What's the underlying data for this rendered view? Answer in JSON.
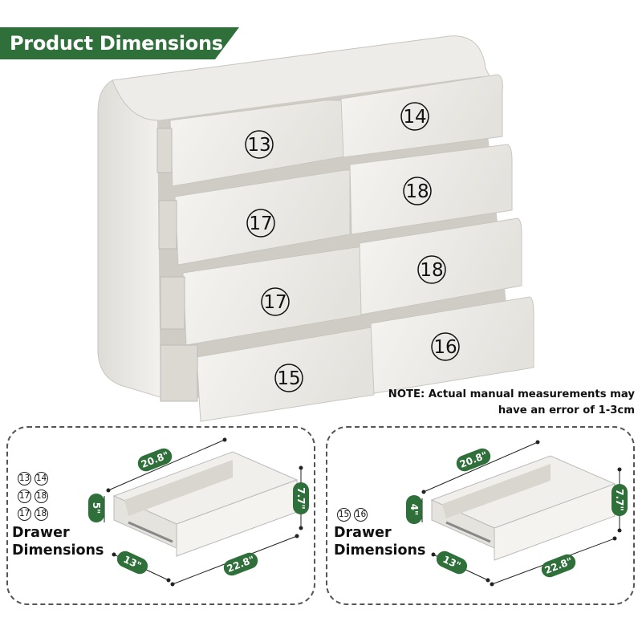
{
  "header": {
    "title": "Product Dimensions"
  },
  "drawers": [
    {
      "id": "d13",
      "number": "13"
    },
    {
      "id": "d14",
      "number": "14"
    },
    {
      "id": "d17a",
      "number": "17"
    },
    {
      "id": "d18a",
      "number": "18"
    },
    {
      "id": "d17b",
      "number": "17"
    },
    {
      "id": "d18b",
      "number": "18"
    },
    {
      "id": "d15",
      "number": "15"
    },
    {
      "id": "d16",
      "number": "16"
    }
  ],
  "note": {
    "line1": "NOTE: Actual manual measurements may",
    "line2": "have an error of 1-3cm"
  },
  "panel_left": {
    "numbers": [
      [
        "13",
        "14"
      ],
      [
        "17",
        "18"
      ],
      [
        "17",
        "18"
      ]
    ],
    "title_line1": "Drawer",
    "title_line2": "Dimensions",
    "width_top": "20.8\"",
    "height_front": "5\"",
    "height_back": "7.7\"",
    "depth": "13\"",
    "width_bottom": "22.8\""
  },
  "panel_right": {
    "numbers": [
      [
        "15",
        "16"
      ]
    ],
    "title_line1": "Drawer",
    "title_line2": "Dimensions",
    "width_top": "20.8\"",
    "height_front": "4\"",
    "height_back": "7.7\"",
    "depth": "13\"",
    "width_bottom": "22.8\""
  },
  "colors": {
    "accent_green": "#2f6f3a",
    "wood_white": "#efeeeb",
    "wood_shadow": "#d6d4cf"
  }
}
